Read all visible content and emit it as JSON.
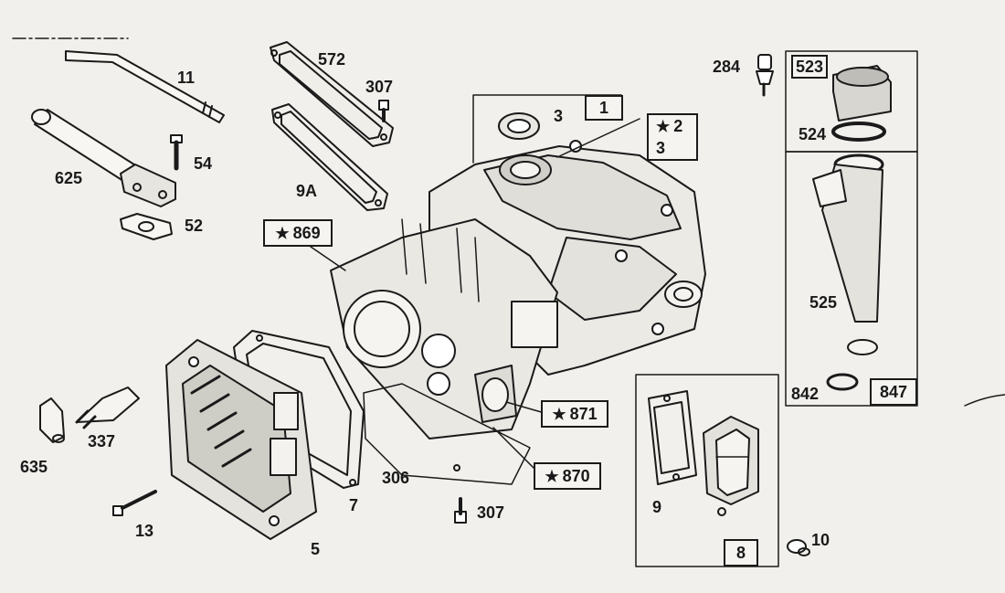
{
  "labels": {
    "p11": "11",
    "p54": "54",
    "p625": "625",
    "p52": "52",
    "p572": "572",
    "p307a": "307",
    "p9A": "9A",
    "p3a": "3",
    "p1": "1",
    "p2": "2",
    "p3b": "3",
    "p284": "284",
    "p523": "523",
    "p524": "524",
    "p525": "525",
    "p842": "842",
    "p847": "847",
    "p869": "869",
    "p871": "871",
    "p870": "870",
    "p635": "635",
    "p337": "337",
    "p13": "13",
    "p5": "5",
    "p7": "7",
    "p306": "306",
    "p307b": "307",
    "p9": "9",
    "p8": "8",
    "p10": "10"
  },
  "symbols": {
    "star": "★"
  },
  "colors": {
    "line": "#1a1a1a",
    "paper": "#f1f0ec",
    "shade": "#9a9894"
  }
}
